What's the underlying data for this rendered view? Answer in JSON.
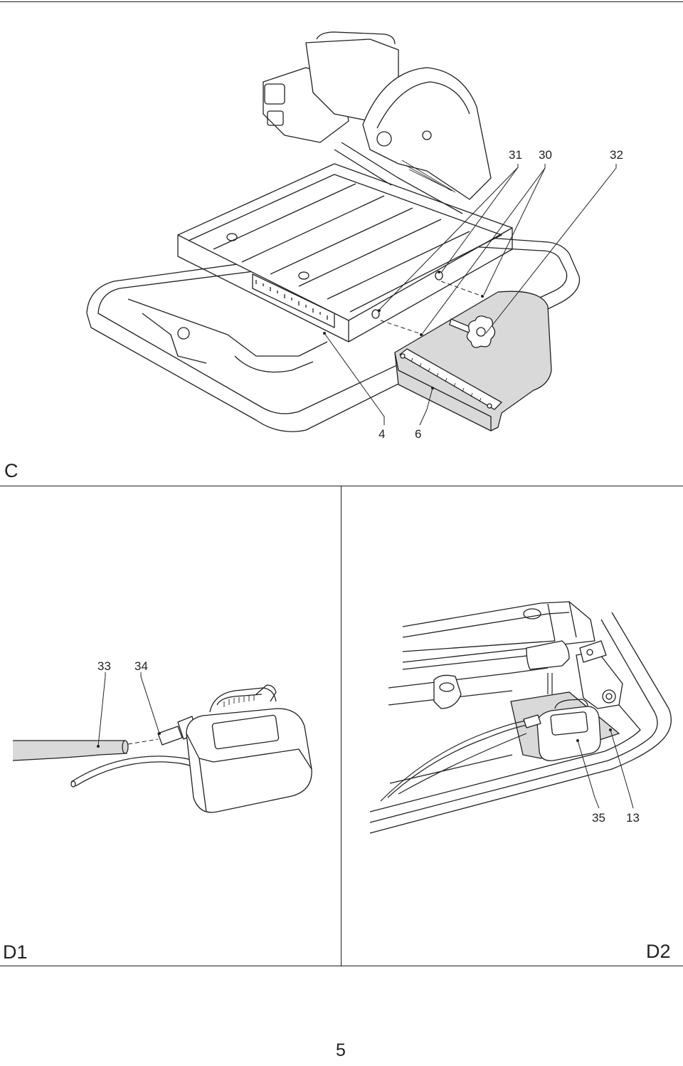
{
  "figures": {
    "c": {
      "label": "C",
      "callouts": {
        "c31": "31",
        "c30": "30",
        "c32": "32",
        "c4": "4",
        "c6": "6"
      }
    },
    "d1": {
      "label": "D1",
      "callouts": {
        "c33": "33",
        "c34": "34"
      }
    },
    "d2": {
      "label": "D2",
      "callouts": {
        "c35": "35",
        "c13": "13"
      }
    }
  },
  "page_number": "5",
  "colors": {
    "line": "#231f20",
    "shade": "#d9d9d9",
    "paper": "#ffffff"
  }
}
